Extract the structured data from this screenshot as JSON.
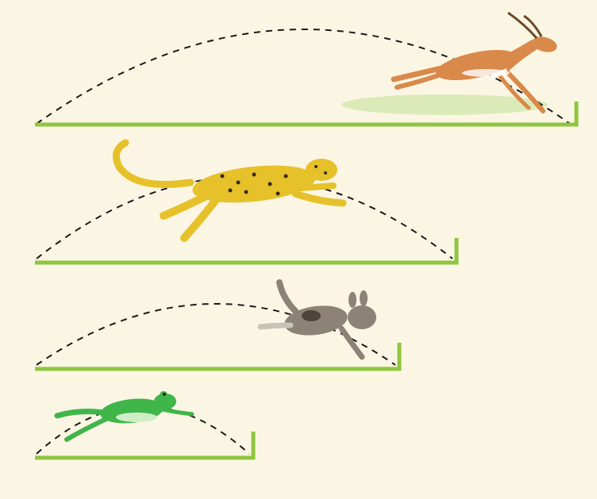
{
  "colors": {
    "background": "#fbf6e3",
    "ground": "#8ec63f",
    "arc": "#1a1a1a",
    "gazelle": "#d9894a",
    "cheetah": "#e6c12a",
    "dog": "#8c8376",
    "frog": "#3fb54a"
  },
  "diagram": {
    "lanes": [
      {
        "animal": "gazelle",
        "relative_jump_length": 1.0
      },
      {
        "animal": "cheetah",
        "relative_jump_length": 0.78
      },
      {
        "animal": "dog",
        "relative_jump_length": 0.67
      },
      {
        "animal": "frog",
        "relative_jump_length": 0.4
      }
    ]
  }
}
